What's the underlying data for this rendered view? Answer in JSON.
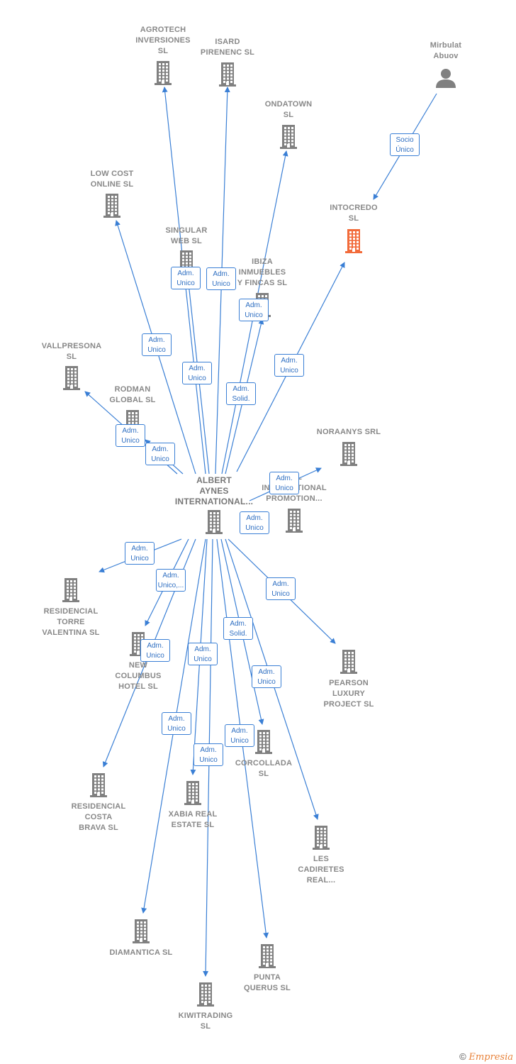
{
  "colors": {
    "edge": "#3a7fd5",
    "building": "#808080",
    "highlight": "#f26b3a",
    "person": "#808080"
  },
  "nodes": [
    {
      "id": "agrotech",
      "label": "AGROTECH\nINVERSIONES\nSL",
      "icon": "building"
    },
    {
      "id": "isard",
      "label": "ISARD\nPIRENENC  SL",
      "icon": "building"
    },
    {
      "id": "mirbulat",
      "label": "Mirbulat\nAbuov",
      "icon": "person"
    },
    {
      "id": "ondatown",
      "label": "ONDATOWN\nSL",
      "icon": "building"
    },
    {
      "id": "lowcost",
      "label": "LOW COST\nONLINE  SL",
      "icon": "building"
    },
    {
      "id": "intocredo",
      "label": "INTOCREDO\nSL",
      "icon": "building-highlight"
    },
    {
      "id": "singular",
      "label": "SINGULAR\nWEB  SL",
      "icon": "building"
    },
    {
      "id": "ibiza",
      "label": "IBIZA\nINMUEBLES\nY FINCAS SL",
      "icon": "building"
    },
    {
      "id": "vallpresona",
      "label": "VALLPRESONA\nSL",
      "icon": "building"
    },
    {
      "id": "rodman",
      "label": "RODMAN\nGLOBAL  SL",
      "icon": "building"
    },
    {
      "id": "noraanys",
      "label": "NORAANYS SRL",
      "icon": "building"
    },
    {
      "id": "albert",
      "label": "ALBERT\nAYNES\nINTERNATIONAL...",
      "icon": "building"
    },
    {
      "id": "all",
      "label": "ALL\nINTERNATIONAL\nPROMOTION...",
      "icon": "building"
    },
    {
      "id": "torre",
      "label": "RESIDENCIAL\nTORRE\nVALENTINA SL",
      "icon": "building"
    },
    {
      "id": "newcolumbus",
      "label": "NEW\nCOLUMBUS\nHOTEL  SL",
      "icon": "building"
    },
    {
      "id": "pearson",
      "label": "PEARSON\nLUXURY\nPROJECT  SL",
      "icon": "building"
    },
    {
      "id": "corcollada",
      "label": "CORCOLLADA\nSL",
      "icon": "building"
    },
    {
      "id": "costabrava",
      "label": "RESIDENCIAL\nCOSTA\nBRAVA SL",
      "icon": "building"
    },
    {
      "id": "xabia",
      "label": "XABIA REAL\nESTATE  SL",
      "icon": "building"
    },
    {
      "id": "cadiretes",
      "label": "LES\nCADIRETES\nREAL...",
      "icon": "building"
    },
    {
      "id": "diamantica",
      "label": "DIAMANTICA SL",
      "icon": "building"
    },
    {
      "id": "punta",
      "label": "PUNTA\nQUERUS  SL",
      "icon": "building"
    },
    {
      "id": "kiwi",
      "label": "KIWITRADING\nSL",
      "icon": "building"
    }
  ],
  "edges": [
    {
      "from": "mirbulat",
      "to": "intocredo",
      "label": "Socio\nÚnico"
    },
    {
      "from": "albert",
      "to": "agrotech",
      "label": "Adm.\nUnico"
    },
    {
      "from": "albert",
      "to": "isard",
      "label": "Adm.\nUnico"
    },
    {
      "from": "albert",
      "to": "ondatown",
      "label": "Adm.\nUnico"
    },
    {
      "from": "albert",
      "to": "lowcost",
      "label": "Adm.\nUnico"
    },
    {
      "from": "albert",
      "to": "intocredo",
      "label": "Adm.\nUnico"
    },
    {
      "from": "albert",
      "to": "singular",
      "label": "Adm.\nUnico"
    },
    {
      "from": "albert",
      "to": "ibiza",
      "label": "Adm.\nSolid."
    },
    {
      "from": "albert",
      "to": "vallpresona",
      "label": "Adm.\nUnico"
    },
    {
      "from": "albert",
      "to": "rodman",
      "label": "Adm.\nUnico"
    },
    {
      "from": "albert",
      "to": "noraanys",
      "label": "Adm.\nUnico"
    },
    {
      "from": "albert",
      "to": "all",
      "label": "Adm.\nUnico"
    },
    {
      "from": "albert",
      "to": "torre",
      "label": "Adm.\nUnico"
    },
    {
      "from": "albert",
      "to": "newcolumbus",
      "label": "Adm.\nUnico,..."
    },
    {
      "from": "albert",
      "to": "pearson",
      "label": "Adm.\nUnico"
    },
    {
      "from": "albert",
      "to": "corcollada",
      "label": "Adm.\nSolid."
    },
    {
      "from": "albert",
      "to": "costabrava",
      "label": "Adm.\nUnico"
    },
    {
      "from": "albert",
      "to": "xabia",
      "label": "Adm.\nUnico"
    },
    {
      "from": "albert",
      "to": "cadiretes",
      "label": "Adm.\nUnico"
    },
    {
      "from": "albert",
      "to": "diamantica",
      "label": "Adm.\nUnico"
    },
    {
      "from": "albert",
      "to": "punta",
      "label": "Adm.\nUnico"
    },
    {
      "from": "albert",
      "to": "kiwi",
      "label": "Adm.\nUnico"
    }
  ],
  "footer": {
    "copyright": "©",
    "brand": "Empresia"
  }
}
